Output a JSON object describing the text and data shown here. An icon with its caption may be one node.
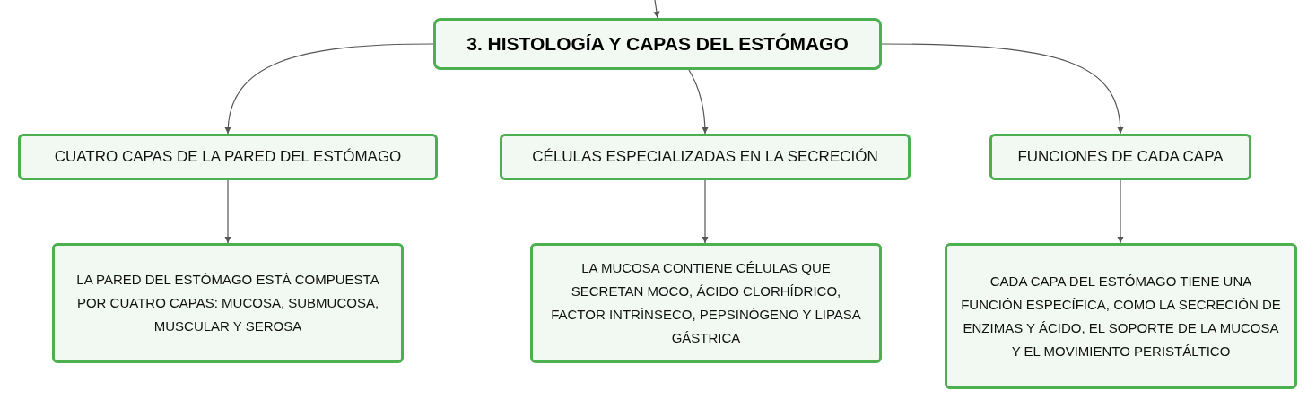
{
  "diagram": {
    "nodes": [
      {
        "text": [
          "3. HISTOLOGÍA Y CAPAS DEL ESTÓMAGO"
        ]
      },
      {
        "text": [
          "CUATRO CAPAS DE LA PARED DEL ESTÓMAGO"
        ]
      },
      {
        "text": [
          "CÉLULAS ESPECIALIZADAS EN LA SECRECIÓN"
        ]
      },
      {
        "text": [
          "FUNCIONES DE CADA CAPA"
        ]
      },
      {
        "text": [
          "LA PARED DEL ESTÓMAGO ESTÁ COMPUESTA POR CUATRO CAPAS: MUCOSA, SUBMUCOSA, MUSCULAR Y SEROSA"
        ]
      },
      {
        "text": [
          "LA MUCOSA CONTIENE CÉLULAS QUE SECRETAN MOCO, ÁCIDO CLORHÍDRICO, FACTOR INTRÍNSECO, PEPSINÓGENO Y LIPASA GÁSTRICA"
        ]
      },
      {
        "text": [
          "CADA CAPA DEL ESTÓMAGO TIENE UNA FUNCIÓN ESPECÍFICA, COMO LA SECRECIÓN DE ENZIMAS Y ÁCIDO, EL SOPORTE DE LA MUCOSA Y EL MOVIMIENTO PERISTÁLTICO"
        ]
      }
    ],
    "edges": [
      {
        "from": null,
        "to": 0,
        "arrow": "to"
      },
      {
        "from": 0,
        "to": 1,
        "arrow": "to"
      },
      {
        "from": 0,
        "to": 2,
        "arrow": "to"
      },
      {
        "from": 0,
        "to": 3,
        "arrow": "to"
      },
      {
        "from": 1,
        "to": 4,
        "arrow": "to"
      },
      {
        "from": 2,
        "to": 5,
        "arrow": "to"
      },
      {
        "from": 3,
        "to": 6,
        "arrow": "to"
      }
    ]
  }
}
